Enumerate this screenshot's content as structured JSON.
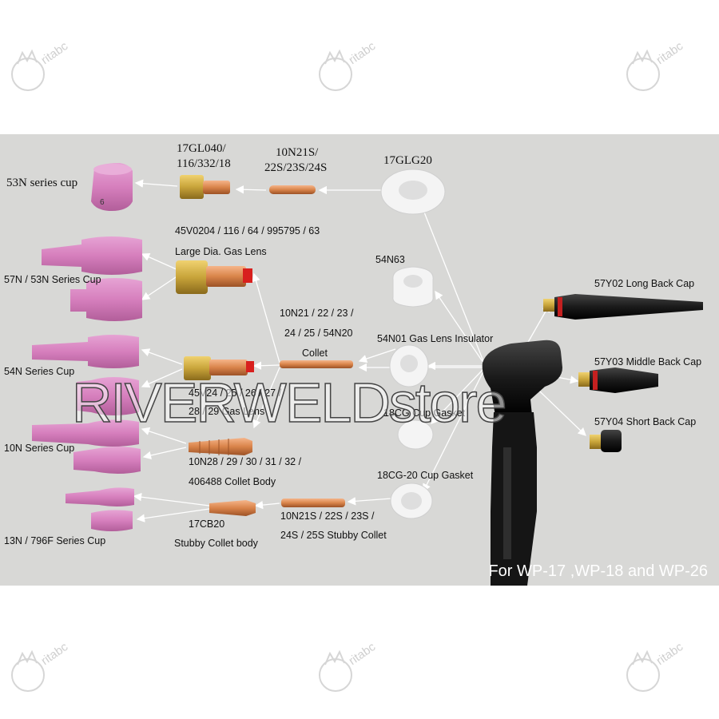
{
  "watermark": {
    "stamp_text": "ritabc",
    "banner": "RIVERWELDstore"
  },
  "footer": "For WP-17 ,WP-18 and WP-26",
  "labels": {
    "cup_53n": "53N series cup",
    "cup_digit": "6",
    "gl040": "17GL040/",
    "gl040_2": "116/332/18",
    "n21s": "10N21S/",
    "n21s_2": "22S/23S/24S",
    "glg20": "17GLG20",
    "v0204": "45V0204 / 116 / 64 / 995795 / 63",
    "large_lens": "Large Dia. Gas Lens",
    "n63": "54N63",
    "back_long": "57Y02 Long Back Cap",
    "cup_57n": "57N / 53N Series Cup",
    "collet_1": "10N21 / 22 / 23 /",
    "collet_2": "24 / 25 / 54N20",
    "collet_3": "Collet",
    "n01": "54N01 Gas Lens Insulator",
    "back_mid": "57Y03 Middle Back Cap",
    "cup_54n": "54N Series Cup",
    "v24_1": "45V24 / 25 / 26 / 27 /",
    "v24_2": "28 / 29 Gas Lens",
    "cg_gasket": "18CG Cup Gasket",
    "back_short": "57Y04 Short Back Cap",
    "cup_10n": "10N Series Cup",
    "body_1": "10N28 / 29 / 30 / 31 / 32 /",
    "body_2": "406488 Collet Body",
    "cg20": "18CG-20 Cup Gasket",
    "cb20": "17CB20",
    "stubby_1": "10N21S / 22S / 23S /",
    "stubby_2": "24S / 25S Stubby Collet",
    "cup_13n": "13N / 796F Series Cup",
    "stubby_body": "Stubby Collet body"
  },
  "colors": {
    "background": "#d8d8d6",
    "ceramic": "#d67fbd",
    "brass": "#c8a43a",
    "copper": "#d9844a",
    "white_part": "#f4f4f4",
    "torch": "#1a1a1a",
    "arrow": "#ffffff"
  }
}
